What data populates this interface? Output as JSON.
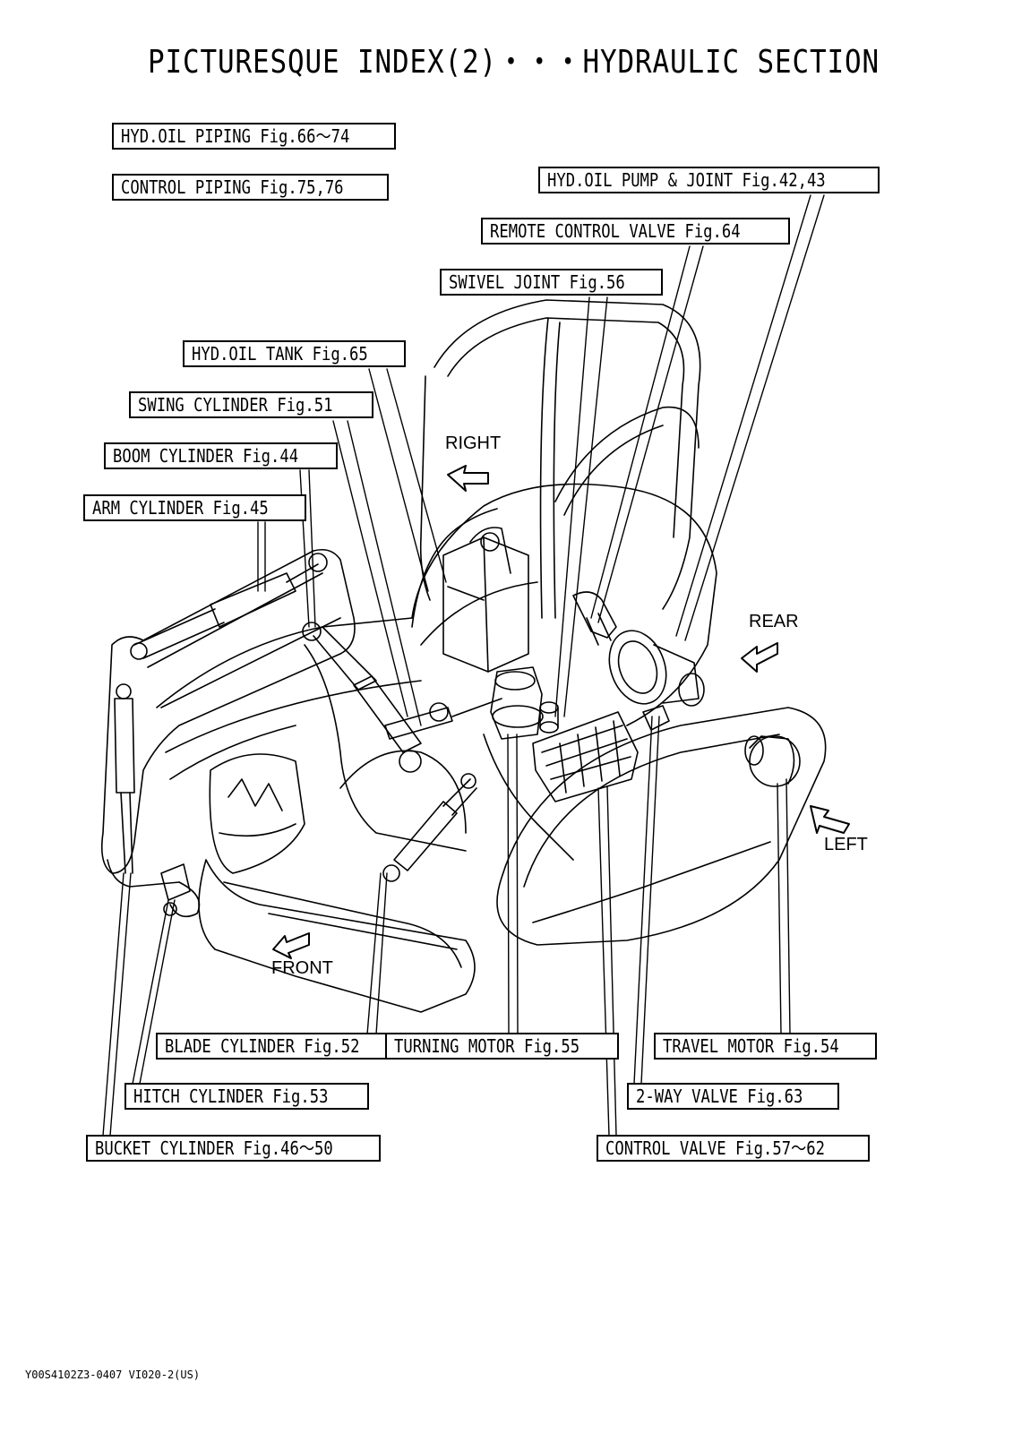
{
  "title": "PICTURESQUE INDEX(2)・・・HYDRAULIC SECTION",
  "labels": {
    "hyd_oil_piping": "HYD.OIL PIPING Fig.66～74",
    "control_piping": "CONTROL PIPING Fig.75,76",
    "hyd_oil_pump": "HYD.OIL PUMP & JOINT Fig.42,43",
    "remote_control_valve": "REMOTE CONTROL VALVE Fig.64",
    "swivel_joint": "SWIVEL JOINT Fig.56",
    "hyd_oil_tank": "HYD.OIL TANK Fig.65",
    "swing_cylinder": "SWING CYLINDER Fig.51",
    "boom_cylinder": "BOOM CYLINDER Fig.44",
    "arm_cylinder": "ARM CYLINDER Fig.45",
    "blade_cylinder": "BLADE CYLINDER Fig.52",
    "turning_motor": "TURNING MOTOR Fig.55",
    "travel_motor": "TRAVEL MOTOR Fig.54",
    "hitch_cylinder": "HITCH CYLINDER Fig.53",
    "two_way_valve": "2-WAY VALVE Fig.63",
    "bucket_cylinder": "BUCKET CYLINDER Fig.46～50",
    "control_valve": "CONTROL VALVE Fig.57～62"
  },
  "directions": {
    "right": "RIGHT",
    "rear": "REAR",
    "left": "LEFT",
    "front": "FRONT"
  },
  "footer": "Y00S4102Z3-0407 VI020-2(US)"
}
